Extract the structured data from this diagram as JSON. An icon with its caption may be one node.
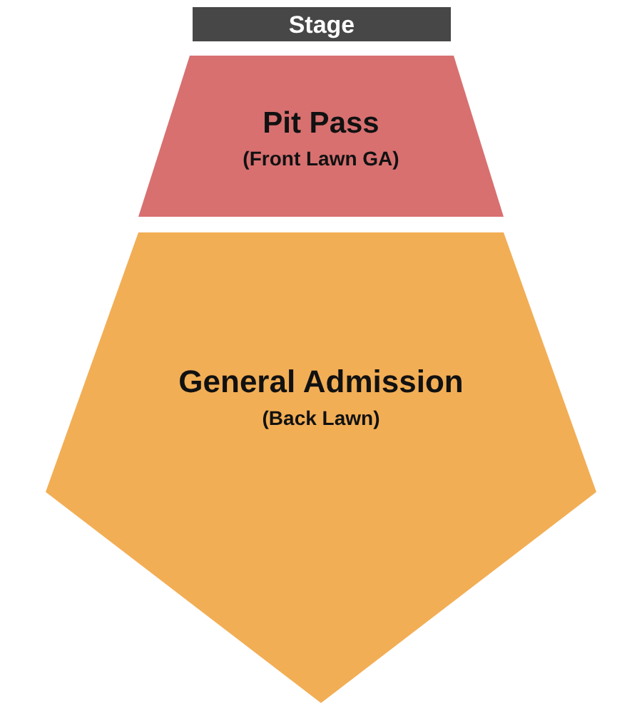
{
  "diagram": {
    "nodes": [
      {
        "text": [
          "Stage"
        ]
      },
      {
        "text": [
          "Pit Pass",
          "(Front Lawn GA)"
        ]
      },
      {
        "text": [
          "General Admission",
          "(Back Lawn)"
        ]
      }
    ]
  }
}
